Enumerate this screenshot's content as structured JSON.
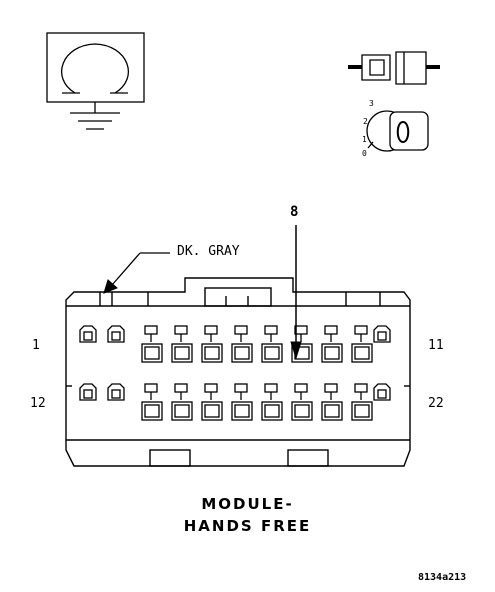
{
  "wire_color": "DK. GRAY",
  "pin_callout": "8",
  "pin_labels": {
    "top_left": "1",
    "top_right": "11",
    "bottom_left": "12",
    "bottom_right": "22"
  },
  "key_positions": [
    "3",
    "2",
    "1",
    "0"
  ],
  "key_letter": "O",
  "caption_line1": "MODULE-",
  "caption_line2": "HANDS FREE",
  "figure_id": "8134a213"
}
